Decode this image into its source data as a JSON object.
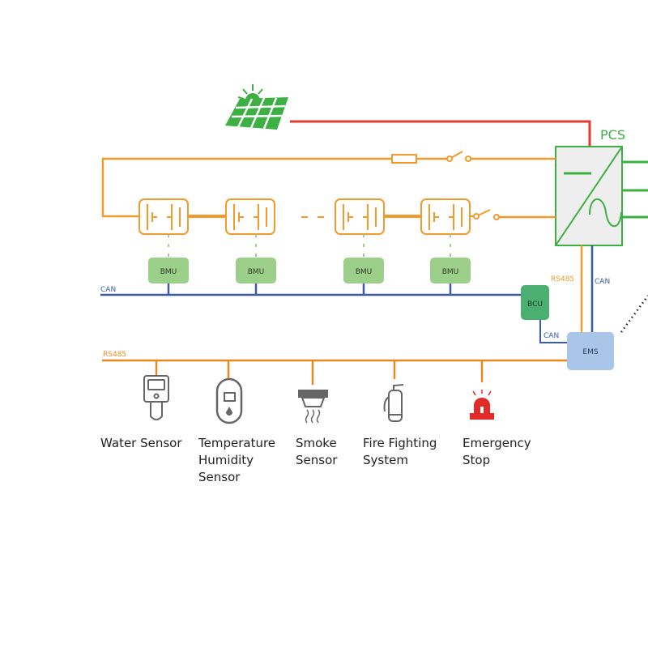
{
  "colors": {
    "power_dc": "#f39a2b",
    "pv_line": "#e53935",
    "ac_out": "#3cb043",
    "can": "#3b5ba5",
    "rs485": "#e68a1f",
    "bmu": "#9ccf8a",
    "bcu": "#4caf72",
    "ems": "#a9c6e8",
    "pcs_fill": "#eeeeee",
    "icon_gray": "#666666",
    "alarm_red": "#e02b2b"
  },
  "icons": [
    "solar-panel-icon",
    "fuse-icon",
    "switch-icon",
    "battery-icon",
    "water-sensor-icon",
    "thermometer-hygrometer-icon",
    "smoke-detector-icon",
    "fire-extinguisher-icon",
    "alarm-beacon-icon"
  ],
  "pcs": {
    "label": "PCS"
  },
  "bmu_label": "BMU",
  "bcu": {
    "label": "BCU"
  },
  "ems": {
    "label": "EMS"
  },
  "buses": {
    "can_main": "CAN",
    "rs485_main": "RS485",
    "pcs_rs485": "RS485",
    "pcs_can": "CAN",
    "bcu_can": "CAN"
  },
  "devices": [
    {
      "lines": [
        "Water Sensor"
      ]
    },
    {
      "lines": [
        "Temperature",
        "Humidity",
        "Sensor"
      ]
    },
    {
      "lines": [
        "Smoke",
        "Sensor"
      ]
    },
    {
      "lines": [
        "Fire Fighting",
        "System"
      ]
    },
    {
      "lines": [
        "Emergency",
        "Stop"
      ]
    }
  ]
}
